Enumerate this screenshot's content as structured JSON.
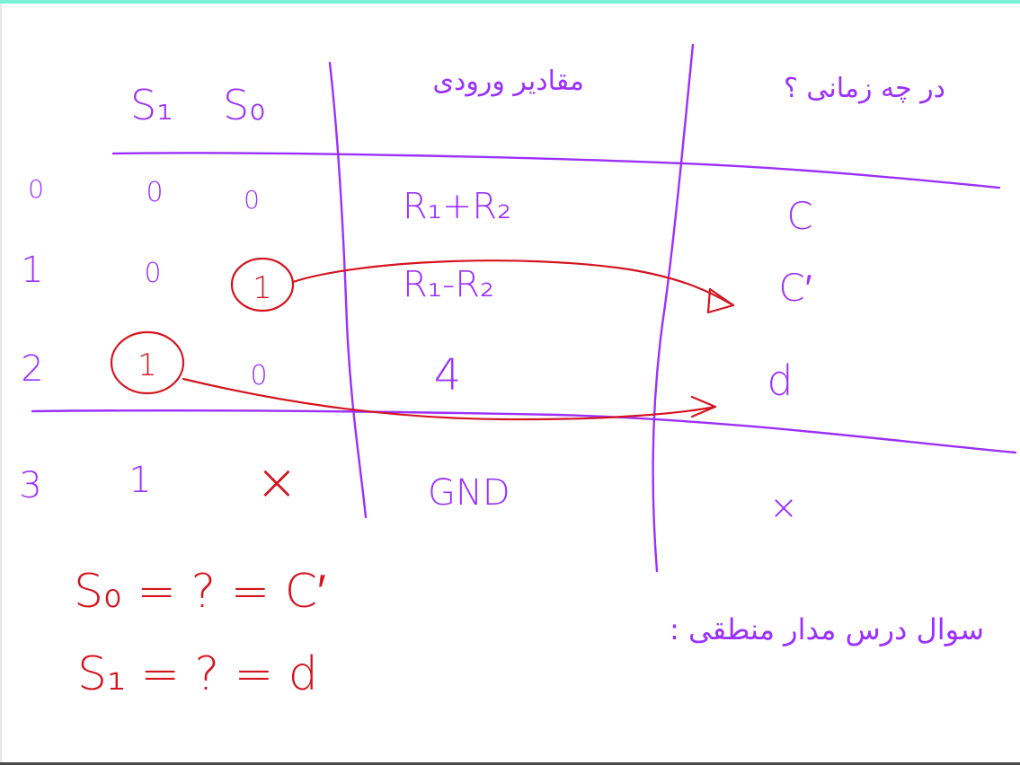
{
  "colors": {
    "ink_purple": "#9b30ff",
    "ink_red": "#d4141e",
    "top_bar": "#7ff0d8",
    "background": "#ffffff"
  },
  "table": {
    "headers": {
      "s1": "S₁",
      "s0": "S₀",
      "input_values": "مقادیر ورودی",
      "output_question": "در چه زمانی ؟"
    },
    "rows": [
      {
        "index": "0",
        "s1": "0",
        "s0": "0",
        "input": "R₁+R₂",
        "output": "C"
      },
      {
        "index": "1",
        "s1": "0",
        "s0": "1",
        "input": "R₁-R₂",
        "output": "C′"
      },
      {
        "index": "2",
        "s1": "1",
        "s0": "0",
        "input": "4",
        "output": "d"
      },
      {
        "index": "3",
        "s1": "1",
        "s0": "×",
        "input": "GND",
        "output": "×"
      }
    ]
  },
  "equations": {
    "s0": "S₀ = ? = C′",
    "s1": "S₁ = ? = d"
  },
  "note": "سوال درس مدار منطقی :"
}
